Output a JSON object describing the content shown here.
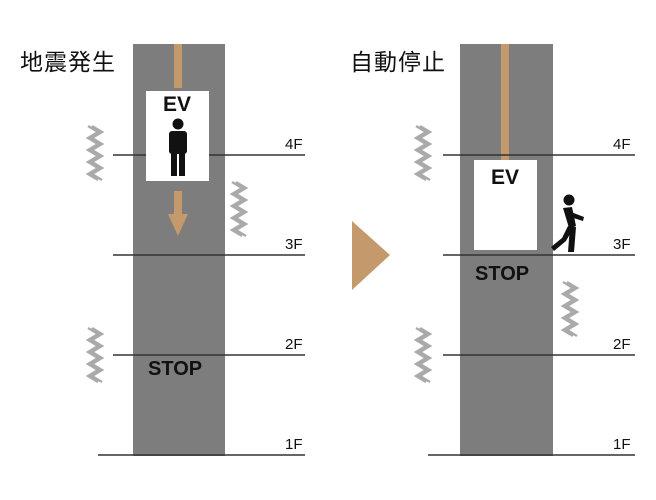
{
  "panels": [
    {
      "title": "地震発生",
      "car_label": "EV",
      "stop_label": "STOP",
      "floors": [
        "4F",
        "3F",
        "2F",
        "1F"
      ]
    },
    {
      "title": "自動停止",
      "car_label": "EV",
      "stop_label": "STOP",
      "floors": [
        "4F",
        "3F",
        "2F",
        "1F"
      ]
    }
  ],
  "colors": {
    "shaft": "#7d7d7d",
    "cable": "#c49a6c",
    "arrow": "#c49a6c",
    "floor_line": "#333333",
    "car": "#ffffff",
    "person": "#111111",
    "vibration": "#aaaaaa"
  },
  "icons": {
    "vibration": "zigzag-vibration-icon",
    "person_standing": "person-standing-icon",
    "person_walking": "person-walking-icon",
    "transition": "triangle-arrow-icon"
  }
}
